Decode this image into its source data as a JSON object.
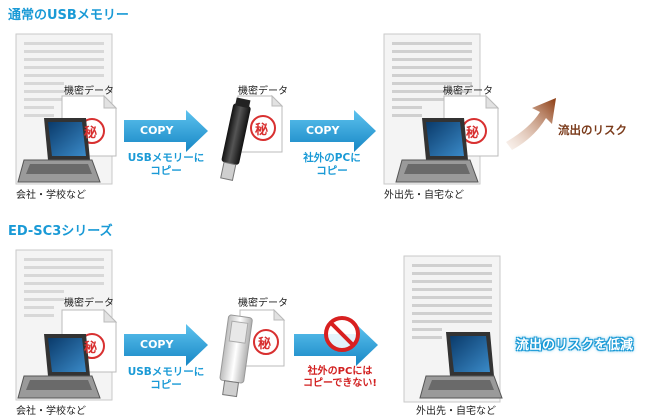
{
  "section1": {
    "title": "通常のUSBメモリー",
    "doc_label_1": "機密データ",
    "doc_label_2": "機密データ",
    "doc_label_3": "機密データ",
    "arrow1": "COPY",
    "arrow1_caption": [
      "USBメモリーに",
      "コピー"
    ],
    "arrow2": "COPY",
    "arrow2_caption": [
      "社外のPCに",
      "コピー"
    ],
    "location_left": "会社・学校など",
    "location_right": "外出先・自宅など",
    "risk": "流出のリスク",
    "secret_mark": "秘"
  },
  "section2": {
    "title": "ED-SC3シリーズ",
    "doc_label_1": "機密データ",
    "doc_label_2": "機密データ",
    "arrow1": "COPY",
    "arrow1_caption": [
      "USBメモリーに",
      "コピー"
    ],
    "blocked_caption": [
      "社外のPCには",
      "コピーできない!"
    ],
    "location_left": "会社・学校など",
    "location_right": "外出先・自宅など",
    "reduce": "流出のリスクを低減",
    "secret_mark": "秘"
  },
  "colors": {
    "accent": "#1a9ad6",
    "arrow": "#1a9ad6",
    "risk_arrow": "#8b3a10",
    "stamp": "#d83030",
    "block": "#d82020"
  }
}
